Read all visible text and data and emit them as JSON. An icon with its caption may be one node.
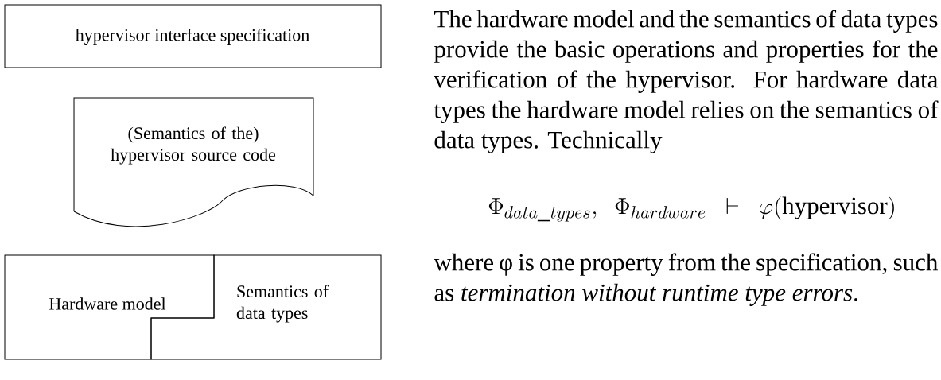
{
  "diagram": {
    "nodes": [
      {
        "text": [
          "hypervisor interface specification"
        ]
      },
      {
        "text": [
          "(Semantics of the) hypervisor source code"
        ]
      },
      {
        "text": [
          "Hardware model"
        ]
      },
      {
        "text": [
          "Semantics of data types"
        ]
      }
    ],
    "labels": [
      "The hardware model and the semantics of data types provide the basic operations and properties for the verification of the hypervisor. For hardware data types the hardware model relies on the semantics of data types. Technically",
      "\\Phi_{data\\_types},\\;\\; \\Phi_{hardware} \\;\\;\\vdash\\;\\; \\varphi(\\mathrm{hypervisor})",
      "where φ is one property from the specification, such as *termination without runtime type errors*."
    ]
  }
}
